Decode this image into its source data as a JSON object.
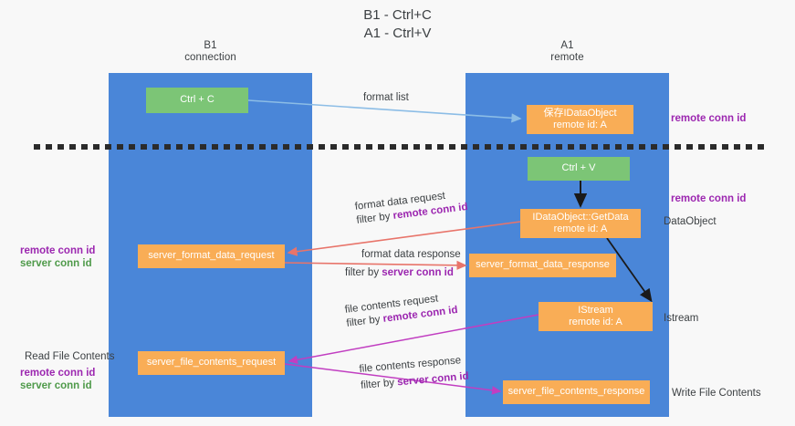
{
  "heading": {
    "line1": "B1 - Ctrl+C",
    "line2": "A1 - Ctrl+V"
  },
  "columns": [
    {
      "id": "b1",
      "title": "B1",
      "subtitle": "connection"
    },
    {
      "id": "a1",
      "title": "A1",
      "subtitle": "remote"
    }
  ],
  "boxes": {
    "ctrl_c": {
      "label": "Ctrl + C",
      "color": "#7cc576"
    },
    "ctrl_v": {
      "label": "Ctrl + V",
      "color": "#7cc576"
    },
    "save_idataobject": {
      "line1": "保存IDataObject",
      "line2": "remote id: A",
      "color": "#f9ad56"
    },
    "getdata": {
      "line1": "IDataObject::GetData",
      "line2": "remote id: A",
      "color": "#f9ad56"
    },
    "istream": {
      "line1": "IStream",
      "line2": "remote id: A",
      "color": "#f9ad56"
    },
    "server_format_data_request": {
      "label": "server_format_data_request",
      "color": "#f9ad56"
    },
    "server_format_data_response": {
      "label": "server_format_data_response",
      "color": "#f9ad56"
    },
    "server_file_contents_request": {
      "label": "server_file_contents_request",
      "color": "#f9ad56"
    },
    "server_file_contents_response": {
      "label": "server_file_contents_response",
      "color": "#f9ad56"
    }
  },
  "edge_labels": {
    "format_list": "format list",
    "format_data_request": {
      "line1": "format data request",
      "line2_prefix": "filter by ",
      "line2_key": "remote conn id"
    },
    "format_data_response": {
      "line1": "format data response",
      "line2_prefix": "filter by ",
      "line2_key": "server conn id"
    },
    "file_contents_request": {
      "line1": "file contents request",
      "line2_prefix": "filter by ",
      "line2_key": "remote conn id"
    },
    "file_contents_response": {
      "line1": "file contents response",
      "line2_prefix": "filter by ",
      "line2_key": "server conn id"
    }
  },
  "annotations": {
    "remote_conn_id_top": "remote conn id",
    "remote_conn_id_mid": "remote conn id",
    "dataobject": "DataObject",
    "istream": "Istream",
    "write_file_contents": "Write File Contents",
    "read_file_contents": "Read File Contents",
    "left_remote_conn_id_1": "remote conn id",
    "left_server_conn_id_1": "server conn id",
    "left_remote_conn_id_2": "remote conn id",
    "left_server_conn_id_2": "server conn id"
  },
  "colors": {
    "column_blue": "#4a86d8",
    "box_green": "#7cc576",
    "box_orange": "#f9ad56",
    "accent_purple": "#9c27b0",
    "accent_green": "#4f9a4a",
    "wire_light_blue": "#8cbde6",
    "wire_red": "#e8746a",
    "wire_magenta": "#c13ec1",
    "wire_black": "#1a1a1a",
    "background": "#f8f8f8",
    "dash_line": "#2b2b2b"
  }
}
